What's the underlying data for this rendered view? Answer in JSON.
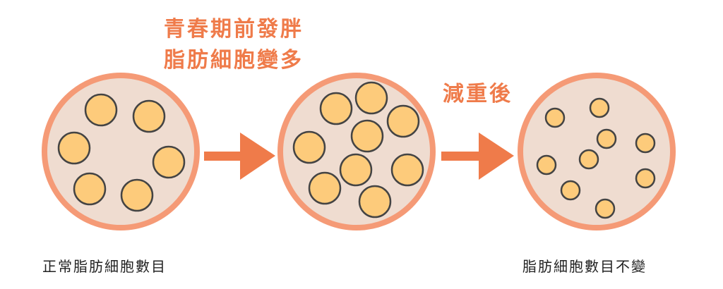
{
  "heading": {
    "line1": "青春期前發胖",
    "line2": "脂肪細胞變多"
  },
  "step_label": "減重後",
  "labels": {
    "left": "正常脂肪細胞數目",
    "right": "脂肪細胞數目不變"
  },
  "colors": {
    "accent": "#ef7b4a",
    "ring": "#f59a76",
    "cell_bg": "#efdcd0",
    "fat": "#fdcb7b",
    "outline": "#444444"
  },
  "stages": [
    {
      "name": "normal",
      "cell_count": 6
    },
    {
      "name": "gained",
      "cell_count": 9
    },
    {
      "name": "after-weight-loss",
      "cell_count": 9
    }
  ]
}
